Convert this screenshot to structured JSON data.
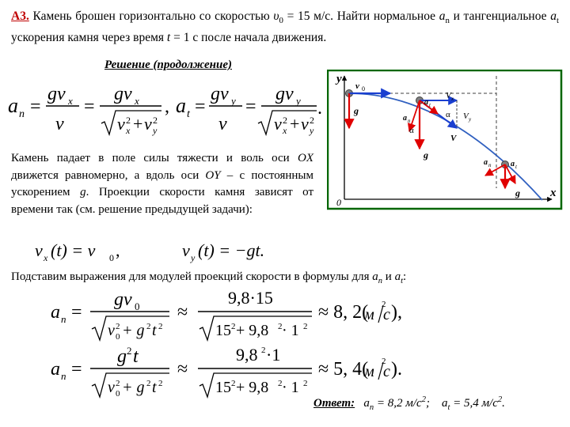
{
  "problem": {
    "number": "А3.",
    "text_1": "Камень брошен горизонтально со скоростью ",
    "v0_symbol": "υ",
    "v0_sub": "0",
    "text_2": " = 15 м/с. Найти нормальное ",
    "an_symbol": "a",
    "an_sub": "n",
    "text_3": " и тангенциальное ",
    "at_symbol": "a",
    "at_sub": "t",
    "text_4": " ускорения камня через время ",
    "t_symbol": "t",
    "text_5": " = 1 с после начала движения."
  },
  "heading": "Решение (продолжение)",
  "paragraph_1": {
    "a": "Камень падает в поле силы тяжести и воль оси ",
    "ox": "OX",
    "b": " движется равномерно, а вдоль оси ",
    "oy": "OY",
    "c": " – с постоянным ускорением ",
    "g": "g",
    "d": ". Проекции скорости камня зависят от времени так (см. решение предыдущей задачи):"
  },
  "paragraph_2": {
    "text": "Подставим выражения для модулей проекций скорости в формулы для ",
    "an": "a",
    "an_sub": "n",
    "and": " и ",
    "at": "a",
    "at_sub": "t",
    "colon": ":"
  },
  "formula1": {
    "lhs_an": "a",
    "lhs_an_sub": "n",
    "eq": "=",
    "g": "g",
    "v": "v",
    "x_sub": "x",
    "y_sub": "y",
    "two": "2",
    "comma": ",",
    "lhs_at": "a",
    "lhs_at_sub": "t",
    "period": "."
  },
  "formula2": {
    "vx_left": "v",
    "vx_sub": "x",
    "vx_rest": "(t) = v",
    "vx_rest_sub": "0",
    "vx_comma": ",",
    "vy_left": "v",
    "vy_sub": "y",
    "vy_rest": "(t) = −gt."
  },
  "formula3": {
    "lhs": "a",
    "lhs_sub": "n",
    "eq": "=",
    "num": "gv",
    "num_sub": "0",
    "den_a": "v",
    "den_a_sub": "0",
    "den_b": " + g",
    "den_c": "t",
    "sup2": "2",
    "approx": "≈",
    "num2": "9,8·15",
    "den2": "15",
    "den2_b": " + 9,8",
    "den2_c": " · 1",
    "approx2": "≈ 8, 2(",
    "unit_m": "м",
    "unit_s": "c",
    "close": "),"
  },
  "formula4": {
    "lhs": "a",
    "lhs_sub": "n",
    "eq": "=",
    "num": "g",
    "num_t": "t",
    "approx": "≈",
    "num2": "9,8",
    "num2_b": " ·1",
    "approx2": "≈ 5, 4(",
    "unit_m": "м",
    "unit_s": "c",
    "close": ")."
  },
  "answer": {
    "label": "Ответ:",
    "an": "a",
    "an_sub": "n",
    "an_val": " = 8,2 м/с",
    "sup": "2",
    "sep": ";",
    "at": "a",
    "at_sub": "t",
    "at_val": " = 5,4 м/с",
    "end": "."
  },
  "figure": {
    "y_axis": "y",
    "x_axis": "x",
    "origin": "0",
    "v0": "v",
    "v0_sub": "0",
    "g": "g",
    "at": "a",
    "at_sub": "t",
    "an": "a",
    "an_sub": "n",
    "vx": "V",
    "vx_sub": "x",
    "vy": "V",
    "vy_sub": "y",
    "v": "V",
    "alpha": "α",
    "colors": {
      "frame": "#006600",
      "arrow_red": "#e00000",
      "arrow_blue": "#1a3fd0",
      "trajectory": "#3060c0",
      "stone": "#808080",
      "dashed": "#404040"
    }
  }
}
